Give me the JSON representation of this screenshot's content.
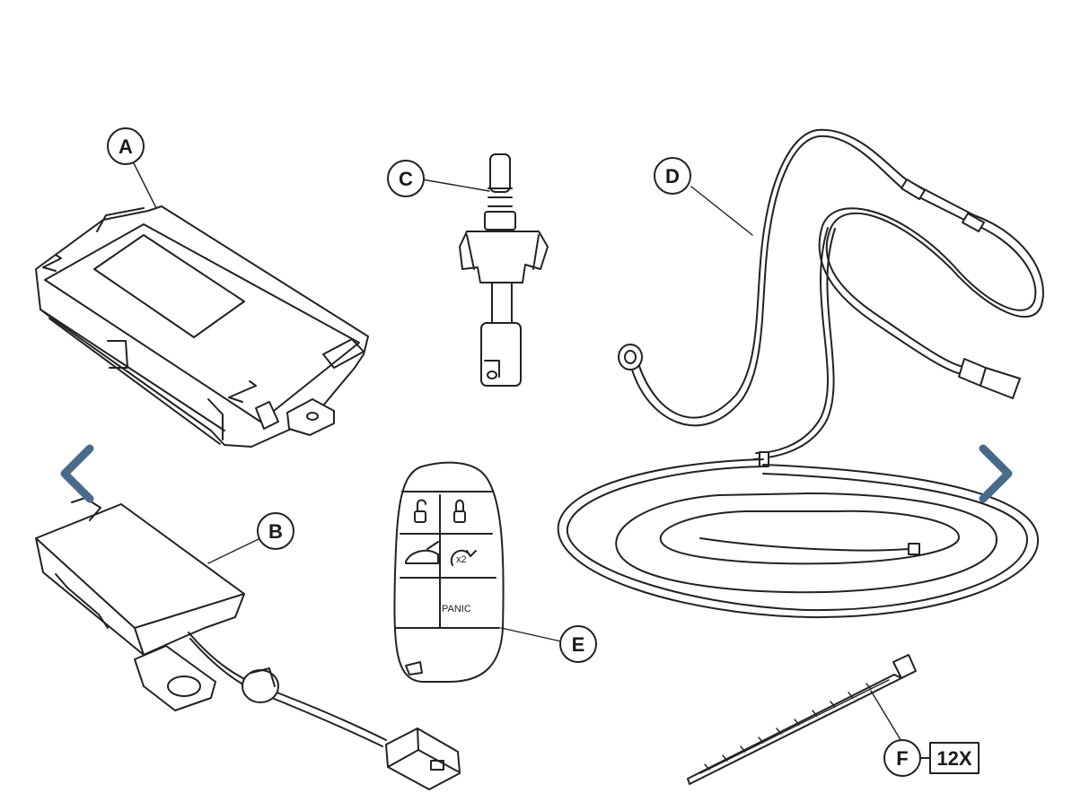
{
  "diagram": {
    "callouts": [
      {
        "id": "a",
        "label": "A"
      },
      {
        "id": "b",
        "label": "B"
      },
      {
        "id": "c",
        "label": "C"
      },
      {
        "id": "d",
        "label": "D"
      },
      {
        "id": "e",
        "label": "E"
      },
      {
        "id": "f",
        "label": "F"
      }
    ],
    "quantity_label": "12X",
    "key_fob": {
      "panic_label": "PANIC",
      "remote_start_label": "x2"
    }
  },
  "navigation": {
    "previous_icon": "chevron-left-icon",
    "next_icon": "chevron-right-icon",
    "color": "#4a6a8c"
  }
}
